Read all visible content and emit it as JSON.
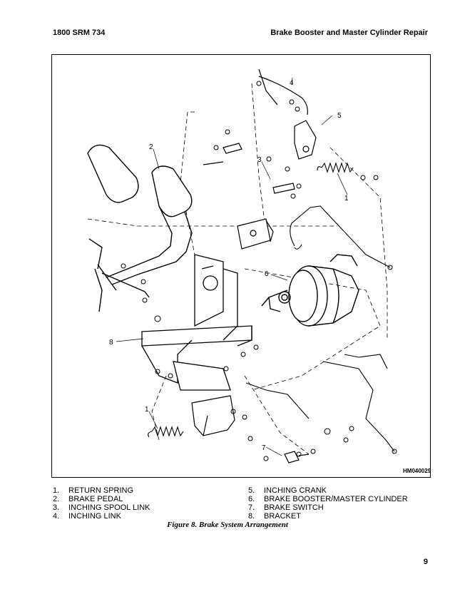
{
  "header": {
    "left": "1800 SRM 734",
    "right": "Brake Booster and Master Cylinder Repair"
  },
  "figure": {
    "callouts": [
      "1",
      "2",
      "3",
      "4",
      "5",
      "6",
      "7",
      "8",
      "1"
    ],
    "drawing_code": "HM040029"
  },
  "legend": {
    "left": [
      {
        "num": "1.",
        "label": "RETURN SPRING"
      },
      {
        "num": "2.",
        "label": "BRAKE PEDAL"
      },
      {
        "num": "3.",
        "label": "INCHING SPOOL LINK"
      },
      {
        "num": "4.",
        "label": "INCHING LINK"
      }
    ],
    "right": [
      {
        "num": "5.",
        "label": "INCHING CRANK"
      },
      {
        "num": "6.",
        "label": "BRAKE BOOSTER/MASTER CYLINDER"
      },
      {
        "num": "7.",
        "label": "BRAKE SWITCH"
      },
      {
        "num": "8.",
        "label": "BRACKET"
      }
    ]
  },
  "caption": "Figure 8.  Brake System Arrangement",
  "page_number": "9"
}
